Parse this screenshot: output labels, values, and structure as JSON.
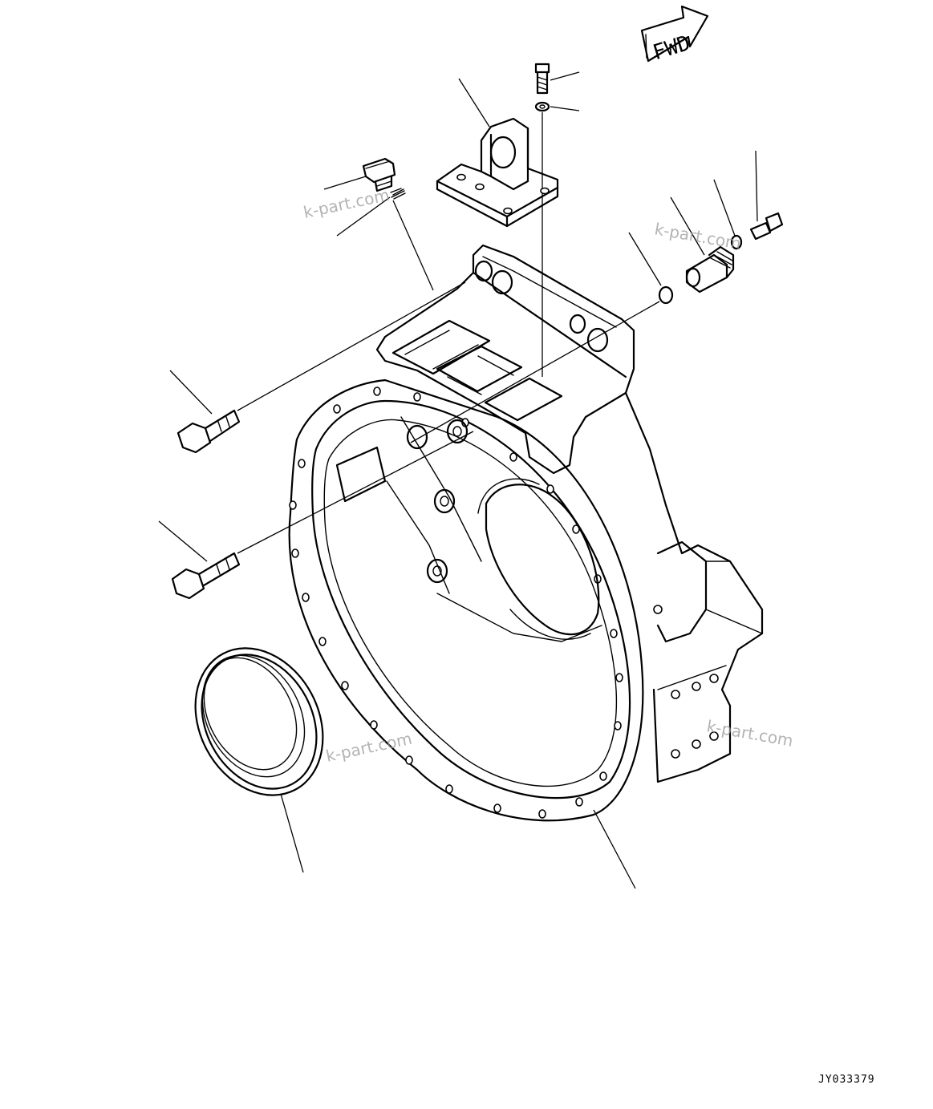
{
  "direction_arrow": {
    "label": "FWD"
  },
  "watermarks": [
    "k-part.com",
    "k-part.com",
    "k-part.com",
    "k-part.com"
  ],
  "drawing_code": "JY033379",
  "parts": [
    "flywheel-housing",
    "oil-seal",
    "housing-bolt-upper",
    "housing-bolt-lower",
    "bracket",
    "bracket-bolt",
    "bracket-washer",
    "plug",
    "plug-seal-wire",
    "o-ring",
    "sensor",
    "sensor-washer",
    "sensor-bolt"
  ]
}
